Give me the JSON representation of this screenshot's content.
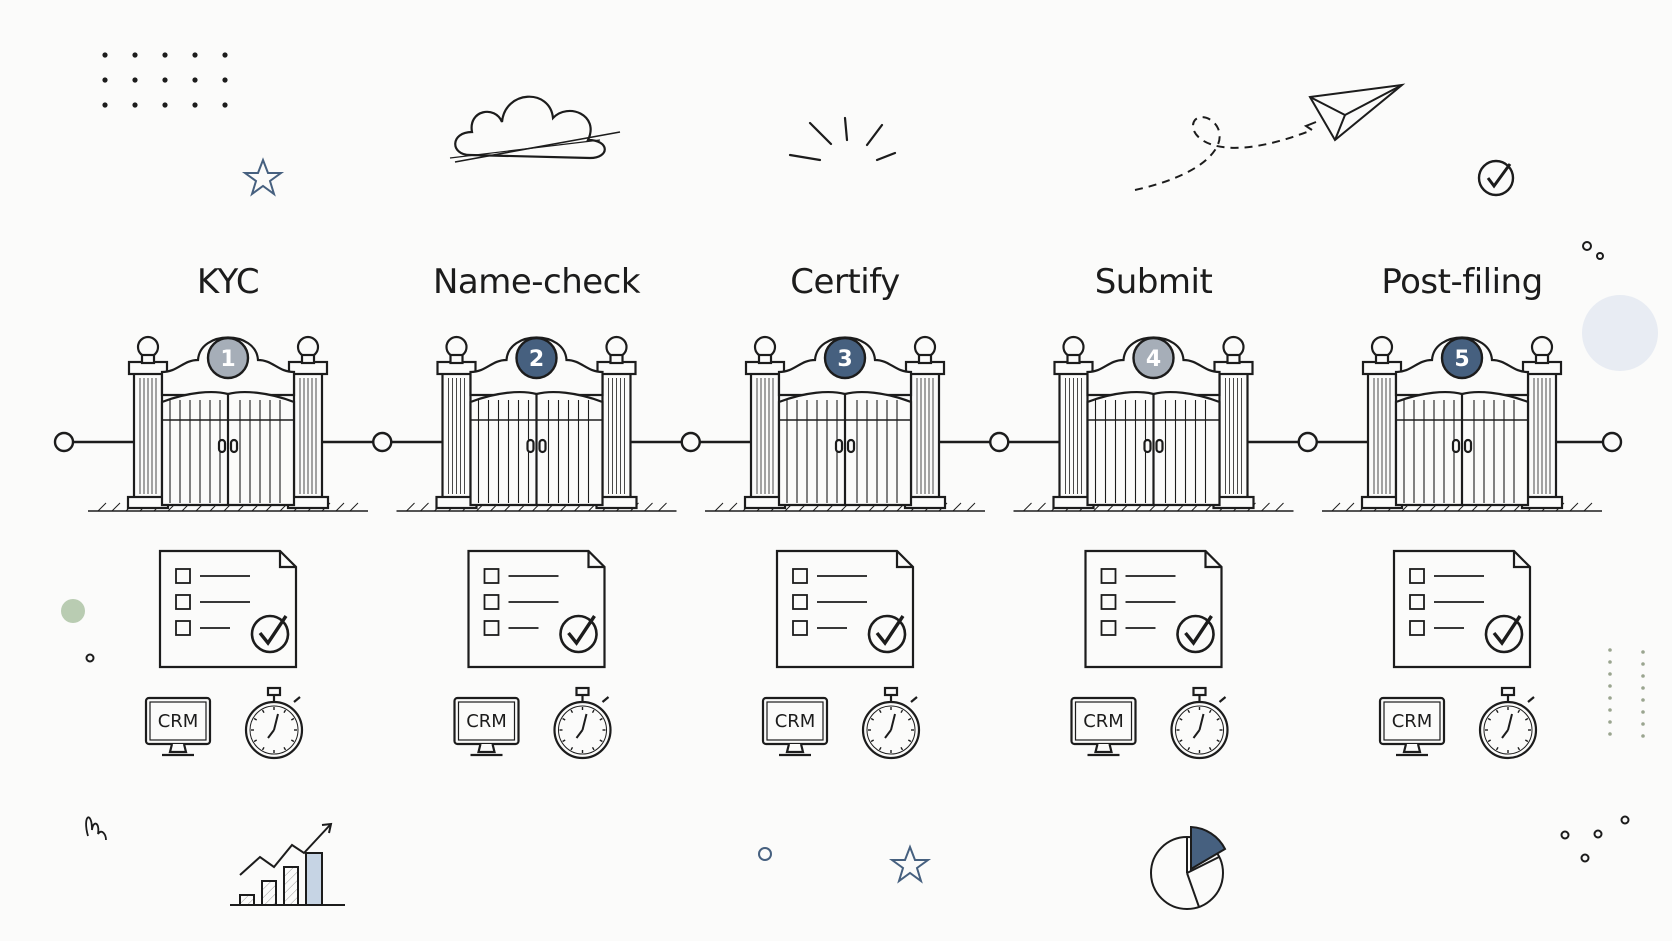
{
  "flow": {
    "stages": [
      {
        "number": "1",
        "label": "KYC",
        "badge_color": "#a6aeb8",
        "doc_icon": "checklist-doc-icon",
        "system_label": "CRM",
        "system_icon": "monitor-icon",
        "timer_icon": "stopwatch-icon"
      },
      {
        "number": "2",
        "label": "Name-check",
        "badge_color": "#46607f",
        "doc_icon": "checklist-doc-icon",
        "system_label": "CRM",
        "system_icon": "monitor-icon",
        "timer_icon": "stopwatch-icon"
      },
      {
        "number": "3",
        "label": "Certify",
        "badge_color": "#46607f",
        "doc_icon": "checklist-doc-icon",
        "system_label": "CRM",
        "system_icon": "monitor-icon",
        "timer_icon": "stopwatch-icon"
      },
      {
        "number": "4",
        "label": "Submit",
        "badge_color": "#a6aeb8",
        "doc_icon": "checklist-doc-icon",
        "system_label": "CRM",
        "system_icon": "monitor-icon",
        "timer_icon": "stopwatch-icon"
      },
      {
        "number": "5",
        "label": "Post-filing",
        "badge_color": "#46607f",
        "doc_icon": "checklist-doc-icon",
        "system_label": "CRM",
        "system_icon": "monitor-icon",
        "timer_icon": "stopwatch-icon"
      }
    ],
    "line_color": "#1c1c1c",
    "accent_color": "#46607f"
  },
  "decorations": {
    "icons": [
      "dot-grid-icon",
      "star-icon",
      "cloud-icon",
      "sparkle-icon",
      "paper-plane-icon",
      "check-circle-icon",
      "bar-chart-icon",
      "pie-chart-icon",
      "scribble-icon"
    ]
  }
}
